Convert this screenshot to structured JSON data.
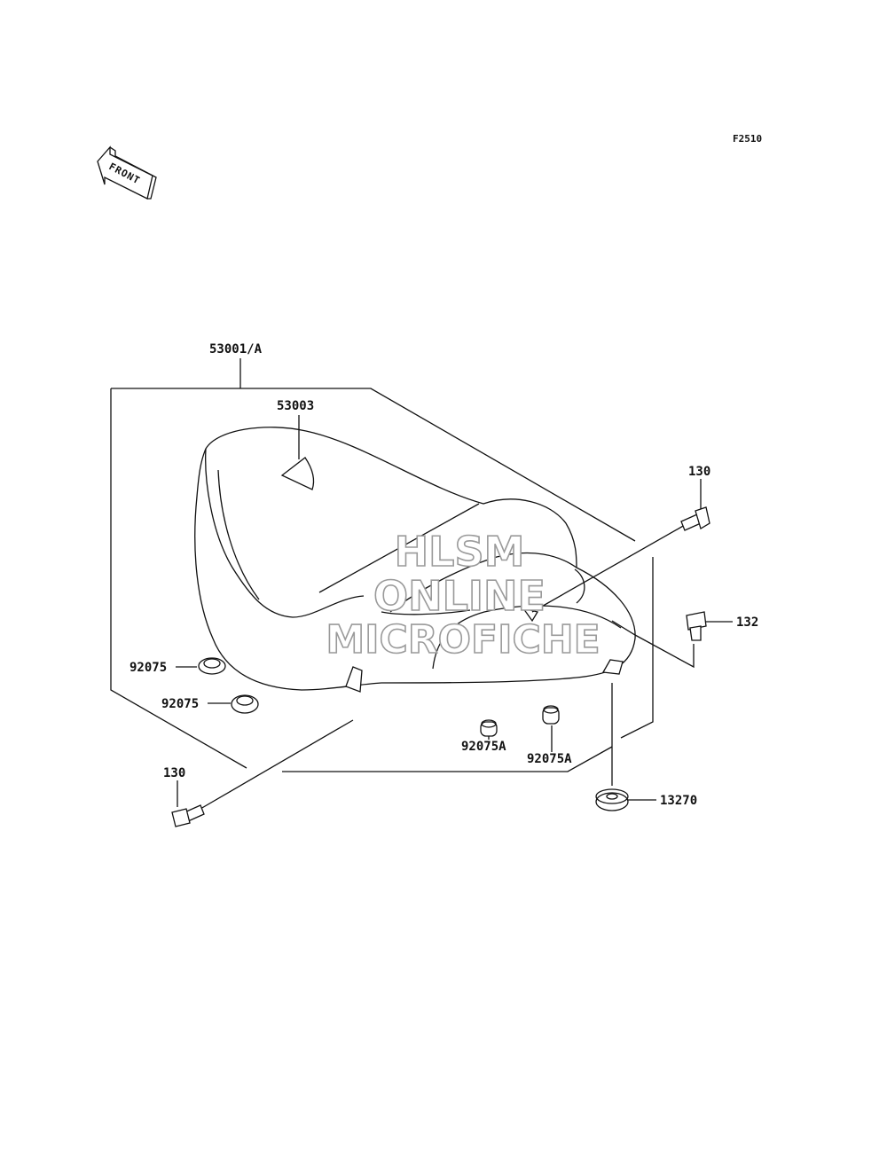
{
  "figure_code": "F2510",
  "front_arrow": {
    "text": "FRONT",
    "icon": "front-arrow-icon"
  },
  "watermark": {
    "line1": "HLSM",
    "line2": "ONLINE",
    "line3": "MICROFICHE"
  },
  "parts": {
    "seat_assy": "53001/A",
    "label": "53003",
    "bolt_front": "130",
    "bolt_rear": "130",
    "bolt_side": "132",
    "damper_1": "92075",
    "damper_2": "92075",
    "damper_a_1": "92075A",
    "damper_a_2": "92075A",
    "collar": "13270"
  }
}
